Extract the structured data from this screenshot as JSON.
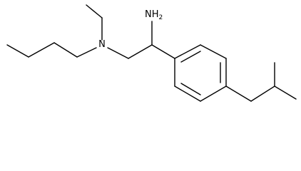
{
  "molecule": {
    "atoms": {
      "amine_label": "NH",
      "amine_subscript": "2",
      "nitrogen_label": "N"
    }
  }
}
